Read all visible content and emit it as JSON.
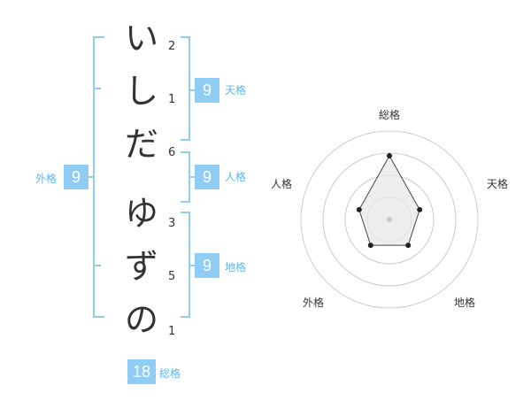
{
  "name": {
    "chars": [
      {
        "char": "い",
        "strokes": "2"
      },
      {
        "char": "し",
        "strokes": "1"
      },
      {
        "char": "だ",
        "strokes": "6"
      },
      {
        "char": "ゆ",
        "strokes": "3"
      },
      {
        "char": "ず",
        "strokes": "5"
      },
      {
        "char": "の",
        "strokes": "1"
      }
    ]
  },
  "kaku": {
    "tenkaku": {
      "value": "9",
      "label": "天格"
    },
    "jinkaku": {
      "value": "9",
      "label": "人格"
    },
    "chikaku": {
      "value": "9",
      "label": "地格"
    },
    "gaikaku": {
      "value": "9",
      "label": "外格"
    },
    "soukaku": {
      "value": "18",
      "label": "総格"
    }
  },
  "colors": {
    "accent": "#8fcdf5",
    "label": "#5bb7ee",
    "bracket": "#8fcdf5"
  },
  "chart_data": {
    "type": "radar",
    "axes": [
      "総格",
      "天格",
      "地格",
      "外格",
      "人格"
    ],
    "values": [
      18,
      9,
      9,
      9,
      9
    ],
    "rings": 4
  }
}
